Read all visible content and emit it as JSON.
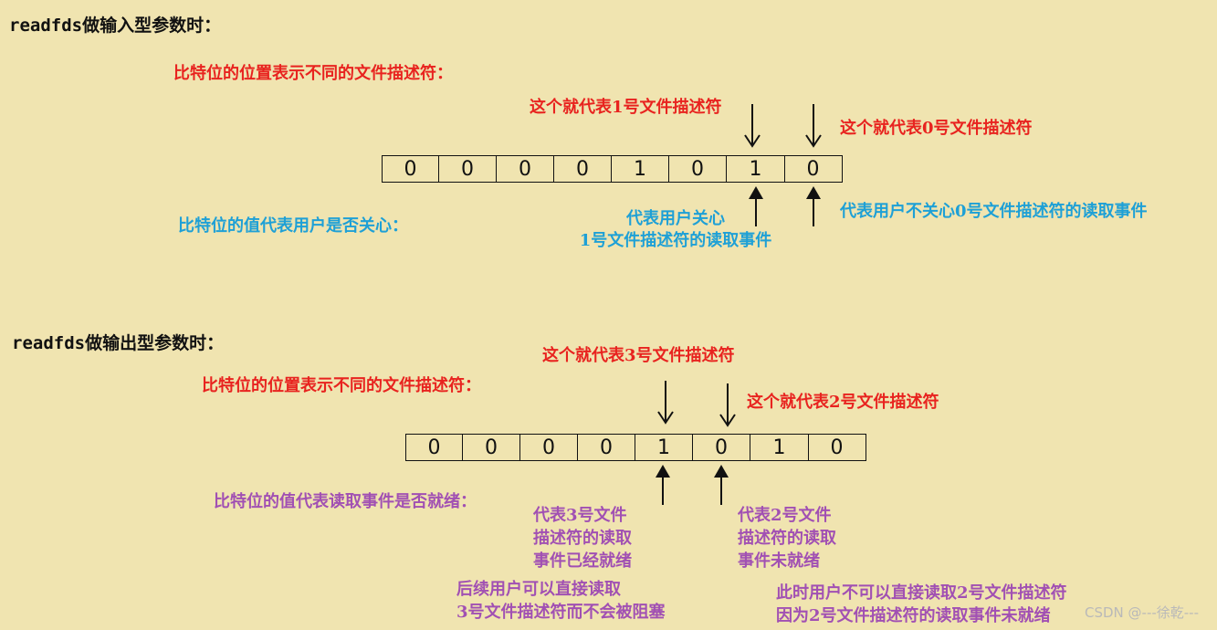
{
  "input_section": {
    "heading": "readfds做输入型参数时：",
    "bit_position_label": "比特位的位置表示不同的文件描述符：",
    "bits": [
      "0",
      "0",
      "0",
      "0",
      "1",
      "0",
      "1",
      "0"
    ],
    "fd1_label": "这个就代表1号文件描述符",
    "fd0_label": "这个就代表0号文件描述符",
    "bit_value_label": "比特位的值代表用户是否关心：",
    "fd1_care_line1": "代表用户关心",
    "fd1_care_line2": "1号文件描述符的读取事件",
    "fd0_nocare": "代表用户不关心0号文件描述符的读取事件"
  },
  "output_section": {
    "heading": "readfds做输出型参数时：",
    "bit_position_label": "比特位的位置表示不同的文件描述符：",
    "bits": [
      "0",
      "0",
      "0",
      "0",
      "1",
      "0",
      "1",
      "0"
    ],
    "fd3_label": "这个就代表3号文件描述符",
    "fd2_label": "这个就代表2号文件描述符",
    "bit_value_label": "比特位的值代表读取事件是否就绪：",
    "fd3_ready_line1": "代表3号文件",
    "fd3_ready_line2": "描述符的读取",
    "fd3_ready_line3": "事件已经就绪",
    "fd2_notready_line1": "代表2号文件",
    "fd2_notready_line2": "描述符的读取",
    "fd2_notready_line3": "事件未就绪",
    "fd3_note_line1": "后续用户可以直接读取",
    "fd3_note_line2": "3号文件描述符而不会被阻塞",
    "fd2_note_line1": "此时用户不可以直接读取2号文件描述符",
    "fd2_note_line2": "因为2号文件描述符的读取事件未就绪"
  },
  "watermark": "CSDN @---徐乾---",
  "colors": {
    "background": "#f0e4b0",
    "red": "#e8231f",
    "blue": "#1ea0d6",
    "purple": "#a150b3",
    "black": "#111111"
  },
  "icons": [
    "arrow-down-icon",
    "arrow-up-icon"
  ]
}
